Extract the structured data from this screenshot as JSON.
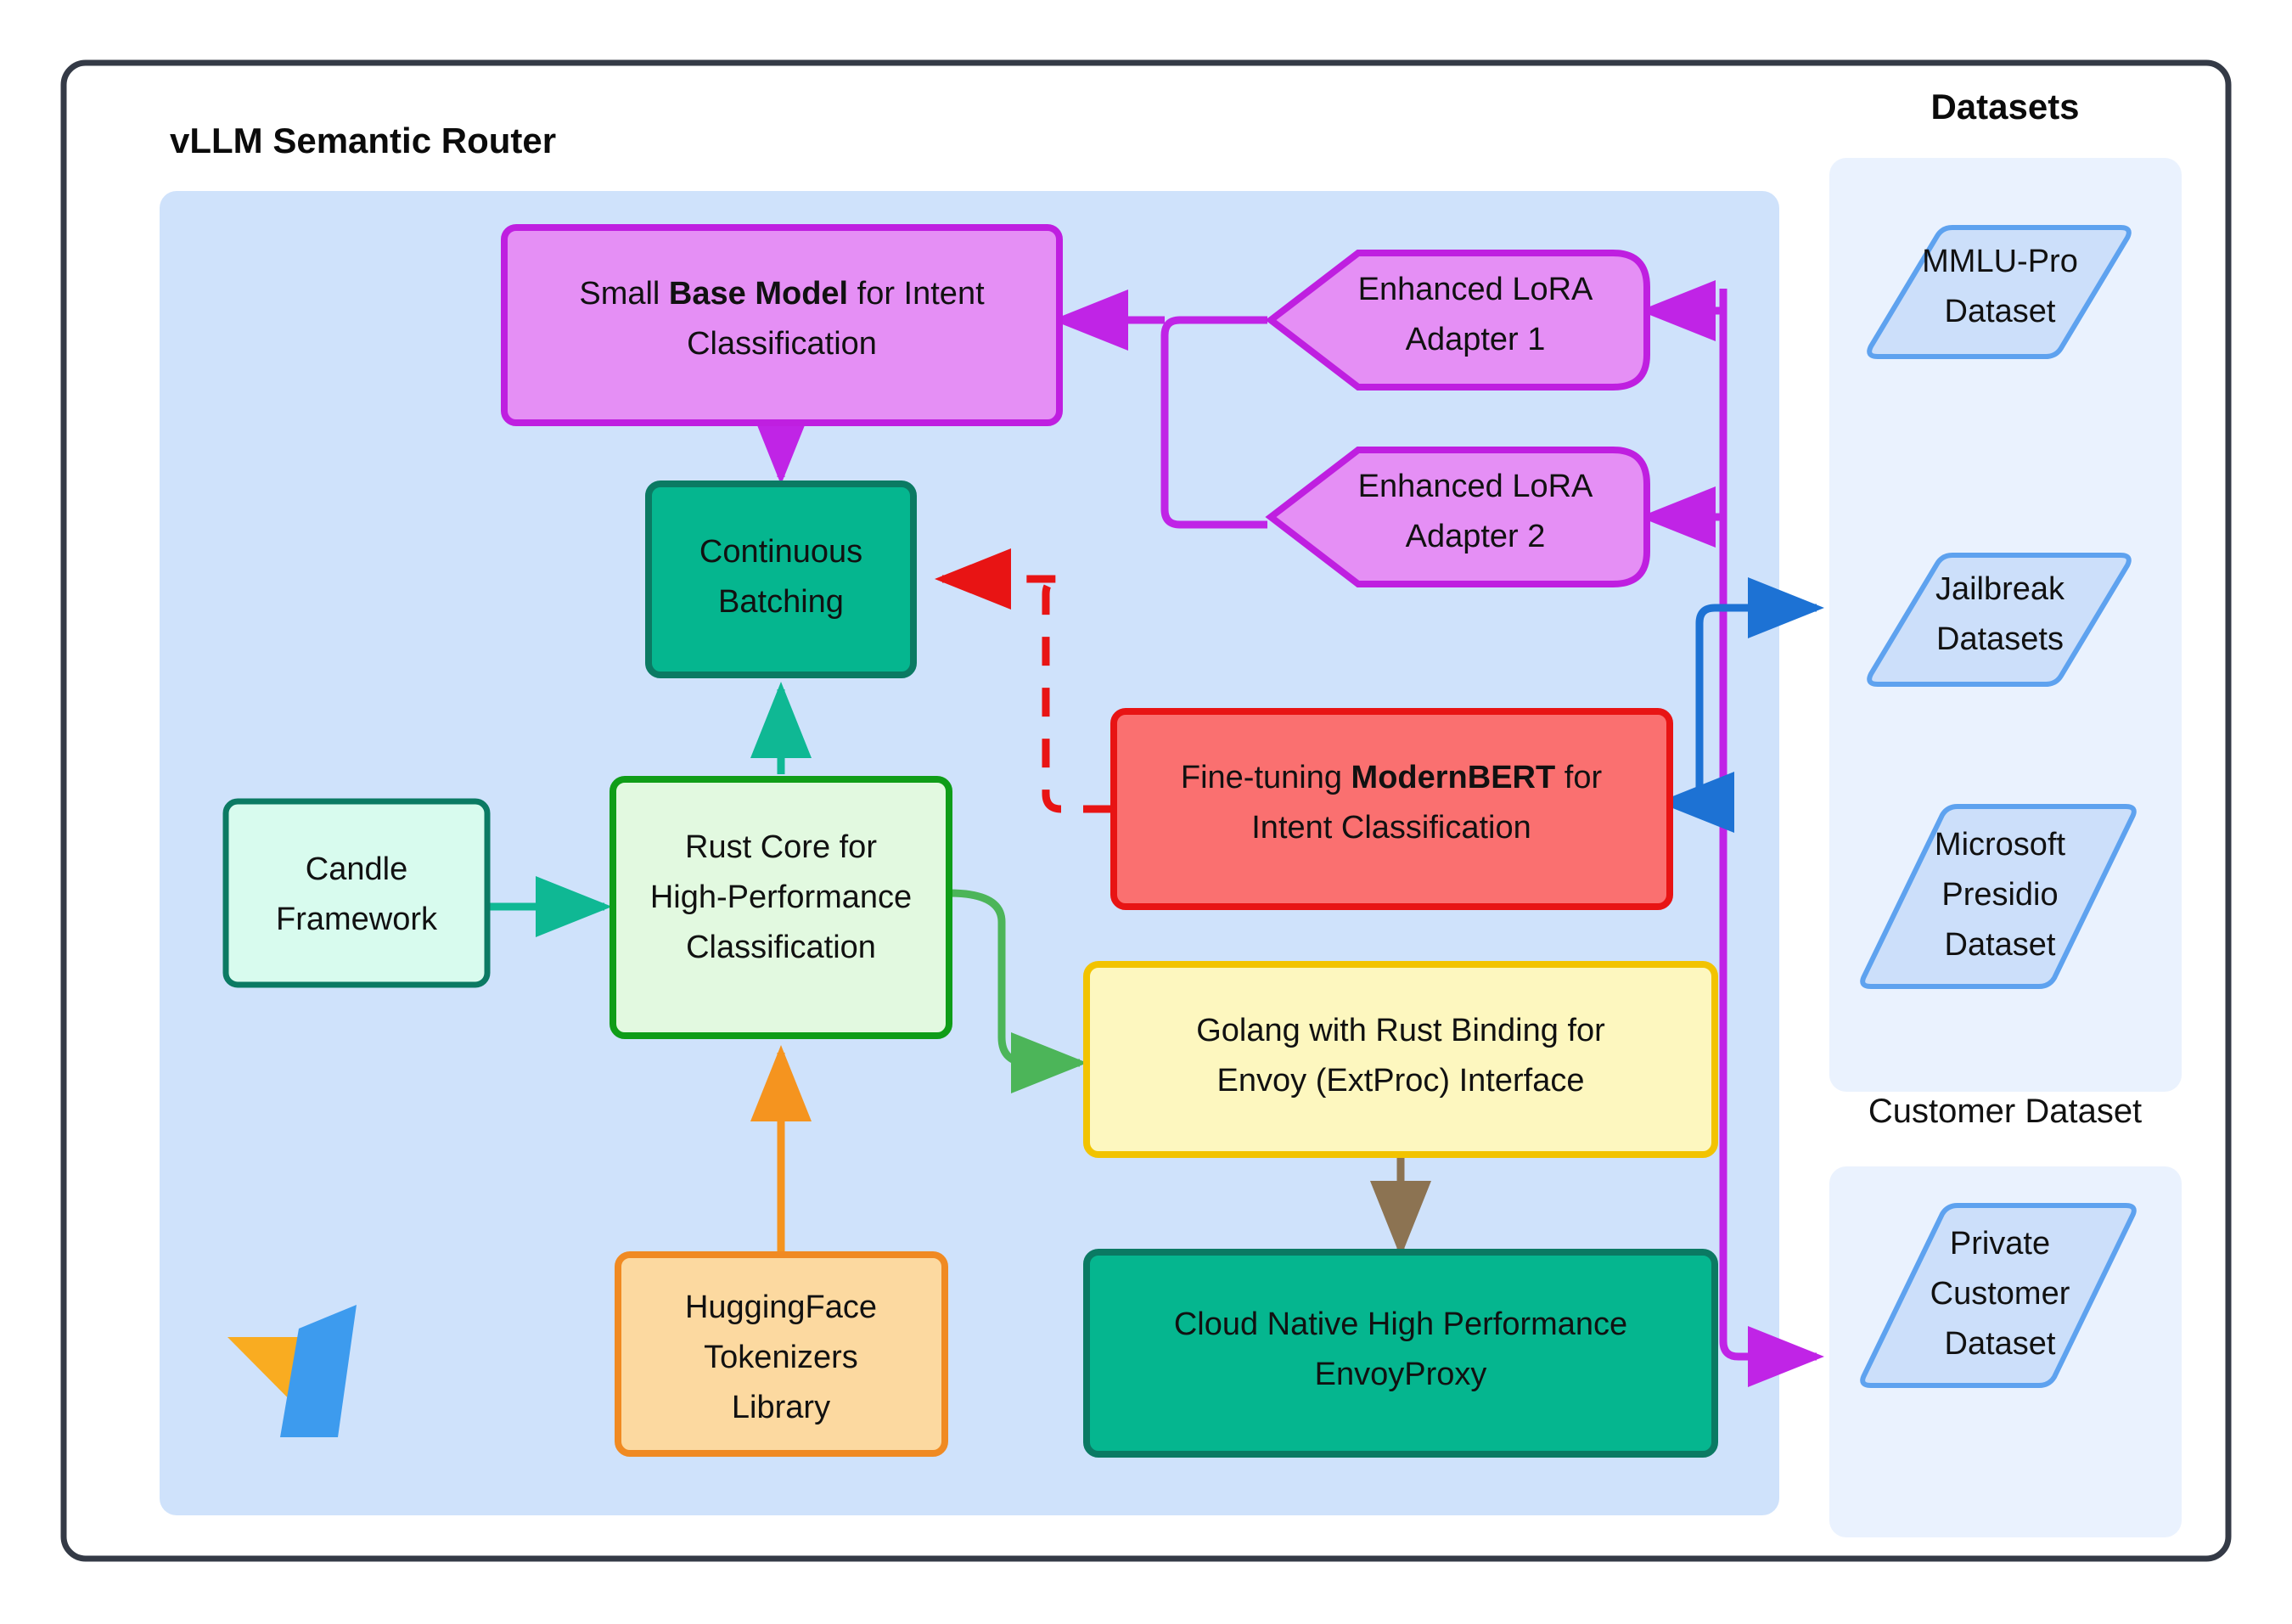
{
  "diagram": {
    "title": "vLLM Semantic Router",
    "datasets_title": "Datasets",
    "customer_dataset_title": "Customer Dataset",
    "logo_name": "vllm-logo",
    "colors": {
      "frame_border": "#343a46",
      "router_panel_bg": "#cfe2fb",
      "dataset_panel_bg": "#eaf2fe",
      "purple_fill": "#e58ff5",
      "purple_border": "#bf1fe0",
      "purple_edge": "#c024e6",
      "teal_fill": "#05b68f",
      "teal_border": "#0b7a63",
      "teal_edge": "#0fb894",
      "mint_fill": "#d8fbee",
      "mint_border": "#0b7a63",
      "palegreen_fill": "#e2f9e0",
      "palegreen_border": "#0f9d18",
      "green_edge": "#4cb559",
      "red_fill": "#fa7070",
      "red_border": "#e81414",
      "red_edge": "#e81414",
      "yellow_fill": "#fdf7bf",
      "yellow_border": "#f2c300",
      "orange_fill": "#fcd9a0",
      "orange_border": "#f08a22",
      "orange_edge": "#f5941f",
      "brown_edge": "#8c7352",
      "blue_edge": "#1d72d4",
      "dataset_fill": "#ccdffa",
      "dataset_border": "#5ea2ef",
      "logo_orange": "#f9ac21",
      "logo_blue": "#3d9bee"
    },
    "nodes": [
      {
        "id": "base-model",
        "label_parts": [
          "Small ",
          "Base Model",
          " for Intent"
        ],
        "line2": "Classification"
      },
      {
        "id": "lora-1",
        "label_line1": "Enhanced LoRA",
        "label_line2": "Adapter 1"
      },
      {
        "id": "lora-2",
        "label_line1": "Enhanced LoRA",
        "label_line2": "Adapter 2"
      },
      {
        "id": "continuous-batching",
        "label_line1": "Continuous",
        "label_line2": "Batching"
      },
      {
        "id": "modernbert",
        "label_parts": [
          "Fine-tuning ",
          "ModernBERT",
          " for"
        ],
        "line2": "Intent Classification"
      },
      {
        "id": "candle-framework",
        "label_line1": "Candle",
        "label_line2": "Framework"
      },
      {
        "id": "rust-core",
        "label_line1": "Rust Core for",
        "label_line2": "High-Performance",
        "label_line3": "Classification"
      },
      {
        "id": "golang-envoy",
        "label_line1": "Golang with Rust Binding for",
        "label_line2": "Envoy (ExtProc) Interface"
      },
      {
        "id": "envoy-proxy",
        "label_line1": "Cloud Native High Performance",
        "label_line2": "EnvoyProxy"
      },
      {
        "id": "huggingface",
        "label_line1": "HuggingFace",
        "label_line2": "Tokenizers",
        "label_line3": "Library"
      }
    ],
    "datasets": [
      {
        "id": "mmlu-pro",
        "line1": "MMLU-Pro",
        "line2": "Dataset"
      },
      {
        "id": "jailbreak",
        "line1": "Jailbreak",
        "line2": "Datasets"
      },
      {
        "id": "presidio",
        "line1": "Microsoft",
        "line2": "Presidio",
        "line3": "Dataset"
      },
      {
        "id": "private-customer",
        "line1": "Private",
        "line2": "Customer",
        "line3": "Dataset"
      }
    ]
  }
}
